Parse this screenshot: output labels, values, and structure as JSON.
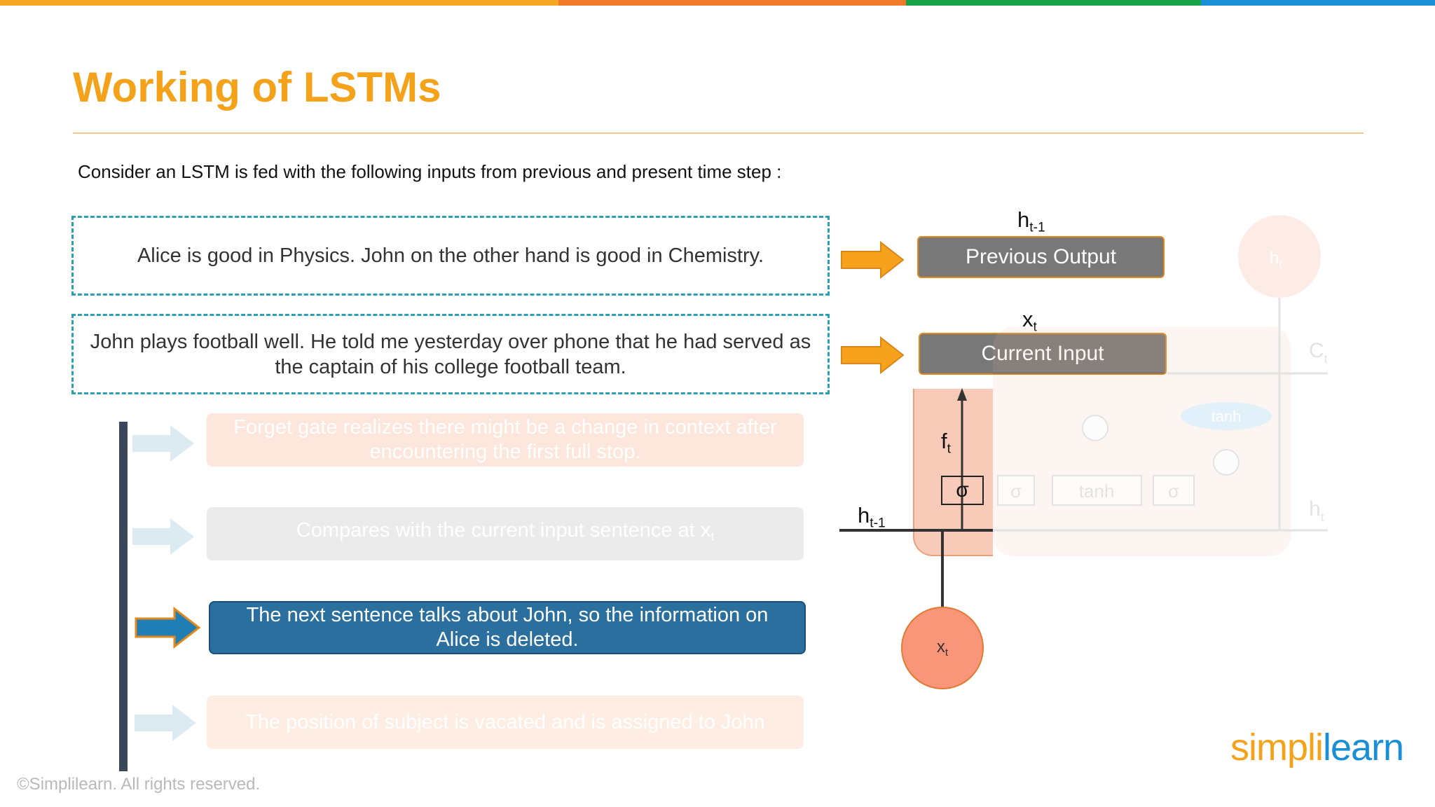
{
  "colors": {
    "bar": [
      "#f5a623",
      "#f07a2a",
      "#1aa34a",
      "#1a8fd6"
    ],
    "title": "#f5a21b",
    "orange_arrow": "#f7a21c",
    "active_step": "#2b6f9f",
    "brand_blue": "#1a8fd6"
  },
  "title": "Working of LSTMs",
  "intro": "Consider an LSTM is fed with the following inputs from previous and present time step :",
  "inputs": [
    {
      "lines": [
        "Alice is good in Physics. John on the other hand is good in Chemistry."
      ]
    },
    {
      "lines": [
        "John plays football well. He told me yesterday over phone that he had served as",
        "the captain of his college football team."
      ]
    }
  ],
  "labels": {
    "prev": {
      "base": "h",
      "sub": "t-1"
    },
    "prev_box": "Previous Output",
    "cur": {
      "base": "x",
      "sub": "t"
    },
    "cur_box": "Current Input"
  },
  "steps": [
    {
      "lines": [
        "Forget gate realizes there might be a change in context after",
        "encountering the first full stop."
      ],
      "state": "faded"
    },
    {
      "text": "Compares with the current input sentence at x",
      "sub": "t",
      "state": "faded"
    },
    {
      "lines": [
        "The next sentence talks about John, so the information on",
        "Alice is deleted."
      ],
      "state": "active"
    },
    {
      "lines": [
        "The position of subject is vacated and is assigned to John"
      ],
      "state": "faded"
    }
  ],
  "diagram": {
    "gate": {
      "base": "f",
      "sub": "t"
    },
    "sigma": "σ",
    "h_prev": {
      "base": "h",
      "sub": "t-1"
    },
    "x_node": {
      "base": "x",
      "sub": "t"
    }
  },
  "faded_cell": {
    "h_top": {
      "base": "h",
      "sub": "t"
    },
    "c_label": {
      "base": "C",
      "sub": "t"
    },
    "sigma_1": "σ",
    "tanh_box": "tanh",
    "sigma_2": "σ",
    "tanh_oval": "tanh",
    "h_right": {
      "base": "h",
      "sub": "t"
    }
  },
  "brand": {
    "part1": "simpl",
    "part2": "i",
    "part3": "learn"
  },
  "copyright": "©Simplilearn. All rights reserved."
}
